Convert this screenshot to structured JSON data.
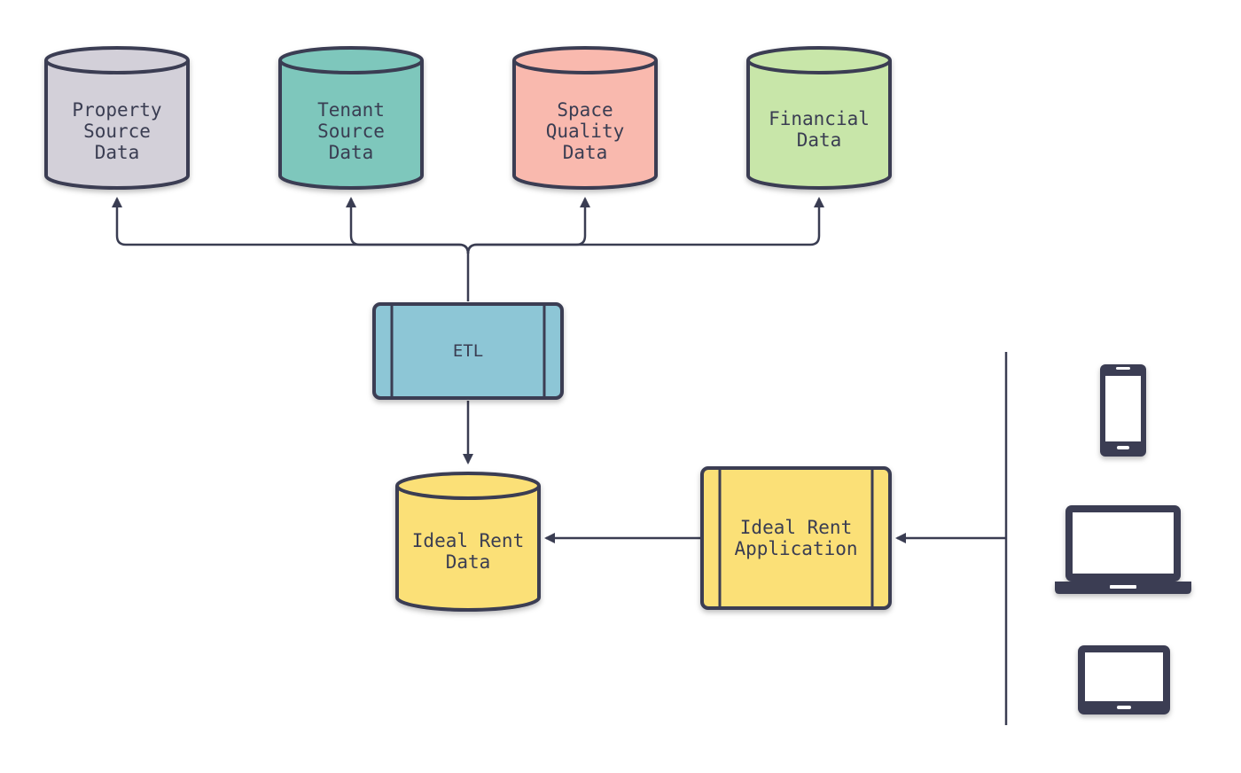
{
  "colors": {
    "stroke": "#3a3d52",
    "property": "#d3d0d9",
    "tenant": "#7ec7bc",
    "space": "#f9b9ae",
    "financial": "#c8e6a9",
    "etl": "#8dc6d6",
    "ideal": "#fbe077",
    "device_screen": "#ffffff"
  },
  "nodes": {
    "property": {
      "lines": [
        "Property",
        "Source",
        "Data"
      ]
    },
    "tenant": {
      "lines": [
        "Tenant",
        "Source",
        "Data"
      ]
    },
    "space": {
      "lines": [
        "Space",
        "Quality",
        "Data"
      ]
    },
    "financial": {
      "lines": [
        "Financial",
        "Data"
      ]
    },
    "etl": {
      "lines": [
        "ETL"
      ]
    },
    "ideal_rent_data": {
      "lines": [
        "Ideal Rent",
        "Data"
      ]
    },
    "ideal_rent_app": {
      "lines": [
        "Ideal Rent",
        "Application"
      ]
    }
  },
  "devices": [
    {
      "icon": "smartphone-icon"
    },
    {
      "icon": "laptop-icon"
    },
    {
      "icon": "tablet-icon"
    }
  ]
}
